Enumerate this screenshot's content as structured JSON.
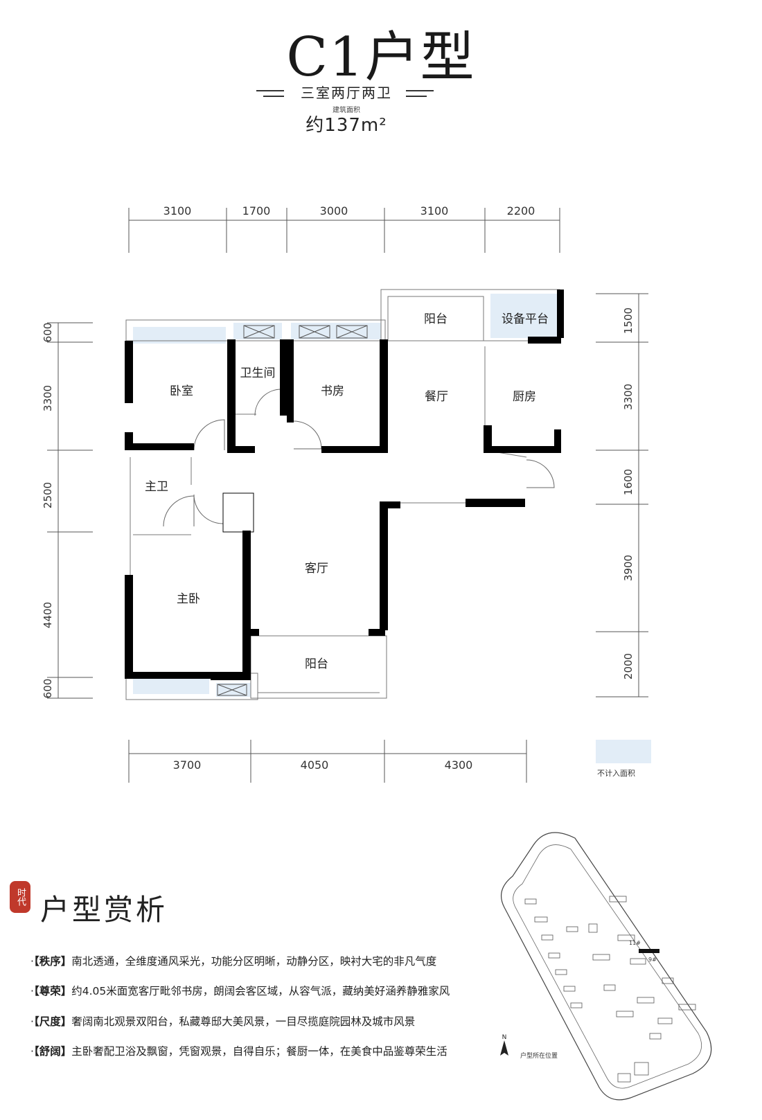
{
  "header": {
    "title": "C1户型",
    "layout": "三室两厅两卫",
    "area_caption": "建筑面积",
    "area_value": "约137m²"
  },
  "dimensions": {
    "top": [
      "3100",
      "1700",
      "3000",
      "3100",
      "2200"
    ],
    "bottom": [
      "3700",
      "4050",
      "4300"
    ],
    "left": [
      "600",
      "3300",
      "2500",
      "4400",
      "600"
    ],
    "right": [
      "1500",
      "3300",
      "1600",
      "3900",
      "2000"
    ]
  },
  "rooms": {
    "balcony_top": "阳台",
    "equipment": "设备平台",
    "bedroom": "卧室",
    "wc": "卫生间",
    "study": "书房",
    "dining": "餐厅",
    "kitchen": "厨房",
    "master_bath": "主卫",
    "master_bed": "主卧",
    "living": "客厅",
    "balcony_bottom": "阳台"
  },
  "legend": {
    "text": "不计入面积",
    "color": "#e2edf7"
  },
  "analysis": {
    "seal": "时代",
    "title": "户型赏析",
    "items": [
      {
        "tag": "【秩序】",
        "text": "南北透通，全维度通风采光，功能分区明晰，动静分区，映衬大宅的非凡气度"
      },
      {
        "tag": "【尊荣】",
        "text": "约4.05米面宽客厅毗邻书房，朗阔会客区域，从容气派，藏纳美好涵养静雅家风"
      },
      {
        "tag": "【尺度】",
        "text": "奢阔南北观景双阳台，私藏尊邸大美风景，一目尽揽庭院园林及城市风景"
      },
      {
        "tag": "【舒阔】",
        "text": "主卧奢配卫浴及飘窗，凭窗观景，自得自乐；餐厨一体，在美食中品鉴尊荣生活"
      }
    ]
  },
  "site_map": {
    "north": "N",
    "caption": "户型所在位置",
    "building_11": "11#",
    "building_9": "9#"
  }
}
